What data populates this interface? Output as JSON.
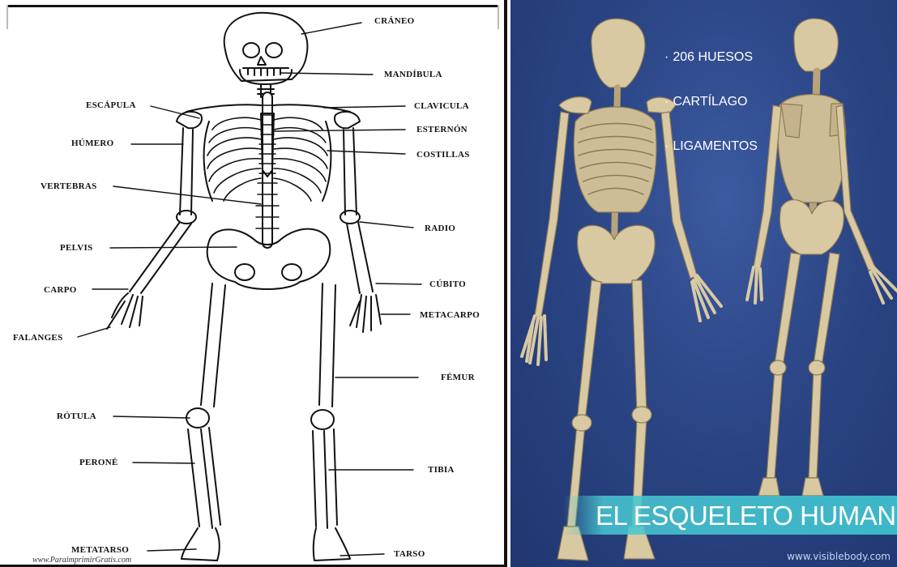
{
  "left_diagram": {
    "labels": {
      "craneo": "CRÁNEO",
      "mandibula": "MANDÍBULA",
      "escapula": "ESCÁPULA",
      "clavicula": "CLAVICULA",
      "humero": "HÚMERO",
      "esternon": "ESTERNÓN",
      "costillas": "COSTILLAS",
      "vertebras": "VERTEBRAS",
      "radio": "RADIO",
      "pelvis": "PELVIS",
      "carpo": "CARPO",
      "cubito": "CÚBITO",
      "metacarpo": "METACARPO",
      "falanges": "FALANGES",
      "femur": "FÉMUR",
      "rotula": "RÓTULA",
      "perone": "PERONÉ",
      "tibia": "TIBIA",
      "metatarso": "METATARSO",
      "tarso": "TARSO"
    },
    "watermark": "www.ParaimprimirGratis.com"
  },
  "right_panel": {
    "bullets": [
      "206 HUESOS",
      "CARTÍLAGO",
      "LIGAMENTOS"
    ],
    "bullet_marker": "·",
    "banner_title": "EL ESQUELETO HUMANO",
    "watermark": "www.visiblebody.com",
    "colors": {
      "background": "#2b4585",
      "banner": "#3ebecd",
      "bone": "#d9c9a3"
    }
  }
}
